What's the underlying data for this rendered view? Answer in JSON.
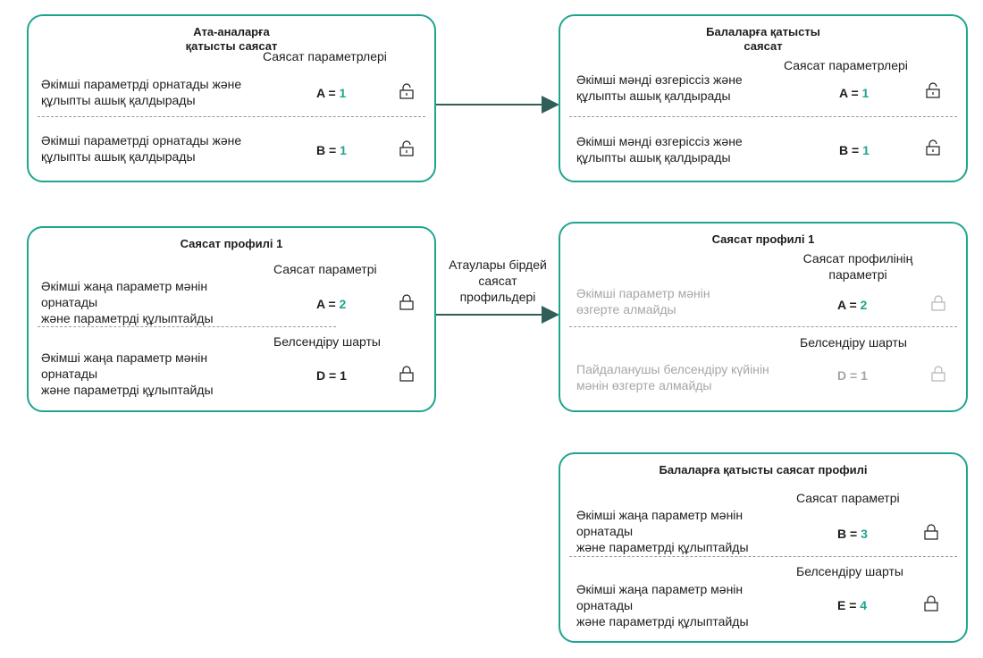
{
  "colors": {
    "accent": "#1fa58f",
    "text": "#1d1d1b",
    "muted": "#a6a6a6",
    "connector": "#2f5f57"
  },
  "parent_policy": {
    "title_line1": "Ата-аналарға",
    "title_line2": "қатысты саясат",
    "section_label": "Саясат параметрлері",
    "rows": [
      {
        "desc_line1": "Әкімші параметрді орнатады және",
        "desc_line2": "құлыпты ашық қалдырады",
        "key": "A = ",
        "value": "1",
        "lock": "unlocked-lock-icon"
      },
      {
        "desc_line1": "Әкімші параметрді орнатады және",
        "desc_line2": "құлыпты ашық қалдырады",
        "key": "B = ",
        "value": "1",
        "lock": "unlocked-lock-icon"
      }
    ]
  },
  "child_policy": {
    "title_line1": "Балаларға қатысты",
    "title_line2": "саясат",
    "section_label": "Саясат параметрлері",
    "rows": [
      {
        "desc_line1": "Әкімші мәнді өзгеріссіз және",
        "desc_line2": "құлыпты ашық қалдырады",
        "key": "A = ",
        "value": "1",
        "lock": "unlocked-lock-icon"
      },
      {
        "desc_line1": "Әкімші мәнді өзгеріссіз және",
        "desc_line2": "құлыпты ашық қалдырады",
        "key": "B = ",
        "value": "1",
        "lock": "unlocked-lock-icon"
      }
    ]
  },
  "parent_profile": {
    "title": "Саясат профилі 1",
    "section1_label": "Саясат параметрі",
    "section2_label": "Белсендіру шарты",
    "rows": [
      {
        "desc_line1": "Әкімші жаңа параметр мәнін",
        "desc_line2": "орнатады",
        "desc_line3": " және параметрді құлыптайды",
        "key": "A = ",
        "value": "2",
        "lock": "locked-lock-icon"
      },
      {
        "desc_line1": "Әкімші жаңа параметр мәнін",
        "desc_line2": "орнатады",
        "desc_line3": " және параметрді құлыптайды",
        "key": "D = ",
        "value": "1",
        "lock": "locked-lock-icon"
      }
    ]
  },
  "child_profile": {
    "title": "Саясат профилі 1",
    "section1_label_line1": "Саясат профилінің",
    "section1_label_line2": "параметрі",
    "section2_label": "Белсендіру шарты",
    "rows": [
      {
        "desc_line1": "Әкімші параметр мәнін",
        "desc_line2": "өзгерте алмайды",
        "key": "A = ",
        "value": "2",
        "lock": "locked-lock-icon"
      },
      {
        "desc_line1": "Пайдаланушы белсендіру күйінін",
        "desc_line2": "мәнін өзгерте алмайды",
        "key": "D = 1",
        "value": "",
        "lock": "locked-lock-icon"
      }
    ]
  },
  "connector_label": {
    "line1": "Атаулары бірдей",
    "line2": "саясат",
    "line3": "профильдері"
  },
  "child_policy_profile": {
    "title": "Балаларға қатысты саясат профилі",
    "section1_label": "Саясат параметрі",
    "section2_label": "Белсендіру шарты",
    "rows": [
      {
        "desc_line1": "Әкімші жаңа параметр мәнін",
        "desc_line2": "орнатады",
        "desc_line3": " және параметрді құлыптайды",
        "key": "B = ",
        "value": "3",
        "lock": "locked-lock-icon"
      },
      {
        "desc_line1": "Әкімші жаңа параметр мәнін",
        "desc_line2": "орнатады",
        "desc_line3": " және параметрді құлыптайды",
        "key": "E = ",
        "value": "4",
        "lock": "locked-lock-icon"
      }
    ]
  }
}
